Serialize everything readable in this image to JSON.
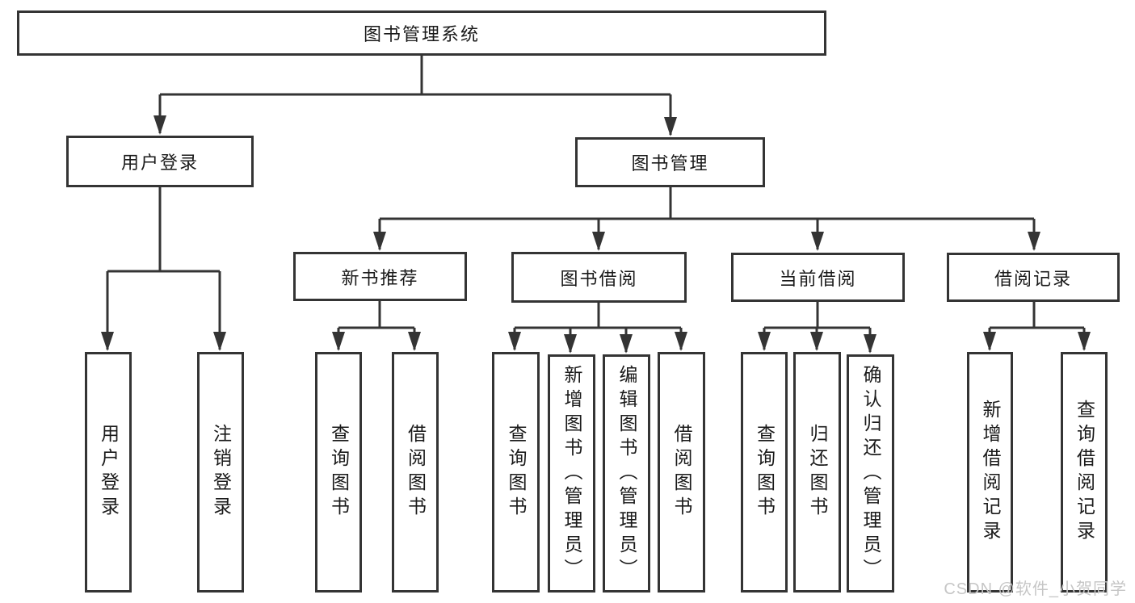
{
  "colors": {
    "line": "#343434",
    "text": "#1a1a1a",
    "box_background": "#ffffff",
    "background": "#ffffff",
    "watermark": "#c6c6c6"
  },
  "nodes": {
    "root": "图书管理系统",
    "level1": [
      "用户登录",
      "图书管理"
    ],
    "level2": [
      "新书推荐",
      "图书借阅",
      "当前借阅",
      "借阅记录"
    ],
    "leaves_user_login": [
      "用户登录",
      "注销登录"
    ],
    "leaves_new_books": [
      "查询图书",
      "借阅图书"
    ],
    "leaves_book_borrow": [
      "查询图书",
      "新增图书（管理员）",
      "编辑图书（管理员）",
      "借阅图书"
    ],
    "leaves_current_borrow": [
      "查询图书",
      "归还图书",
      "确认归还（管理员）"
    ],
    "leaves_borrow_records": [
      "新增借阅记录",
      "查询借阅记录"
    ]
  },
  "watermark": {
    "text": "CSDN @软件_小贺同学"
  }
}
